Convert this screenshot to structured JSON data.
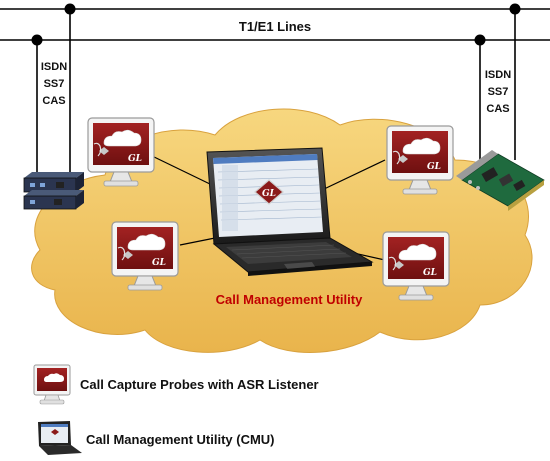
{
  "diagram": {
    "t1_lines_label": "T1/E1 Lines",
    "left_protocols": [
      "ISDN",
      "SS7",
      "CAS"
    ],
    "right_protocols": [
      "ISDN",
      "SS7",
      "CAS"
    ],
    "center_label": "Call Management Utility",
    "probe_logo_text": "GL",
    "colors": {
      "cloud_fill": "#f2c766",
      "probe_screen": "#8b1a1a",
      "center_label": "#c00000",
      "lines": "#000000"
    }
  },
  "legend": {
    "items": [
      {
        "icon": "probe-monitor-icon",
        "label": "Call Capture Probes with ASR Listener"
      },
      {
        "icon": "laptop-icon",
        "label": "Call Management Utility (CMU)"
      }
    ]
  }
}
